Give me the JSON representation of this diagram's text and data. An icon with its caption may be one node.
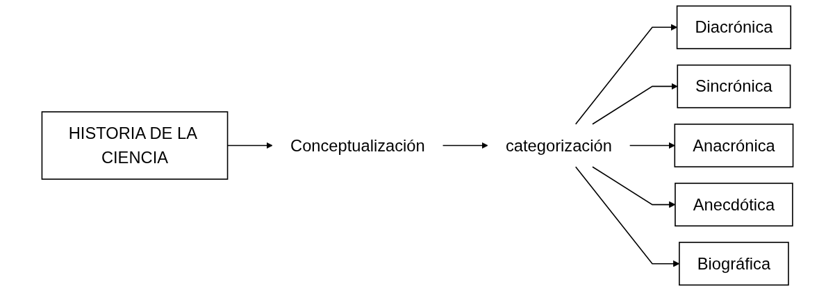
{
  "diagram": {
    "nodes": [
      {
        "text": [
          "HISTORIA DE LA CIENCIA"
        ]
      },
      {
        "text": [
          "Conceptualización"
        ]
      },
      {
        "text": [
          "categorización"
        ]
      },
      {
        "text": [
          "Diacrónica"
        ]
      },
      {
        "text": [
          "Sincrónica"
        ]
      },
      {
        "text": [
          "Anacrónica"
        ]
      },
      {
        "text": [
          "Anecdótica"
        ]
      },
      {
        "text": [
          "Biográfica"
        ]
      }
    ],
    "edges": [
      {
        "from": 0,
        "to": 1,
        "arrow": "to"
      },
      {
        "from": 1,
        "to": 2,
        "arrow": "to"
      },
      {
        "from": 2,
        "to": 3,
        "arrow": "to"
      },
      {
        "from": 2,
        "to": 4,
        "arrow": "to"
      },
      {
        "from": 2,
        "to": 5,
        "arrow": "to"
      },
      {
        "from": 2,
        "to": 6,
        "arrow": "to"
      },
      {
        "from": 2,
        "to": 7,
        "arrow": "to"
      }
    ]
  }
}
